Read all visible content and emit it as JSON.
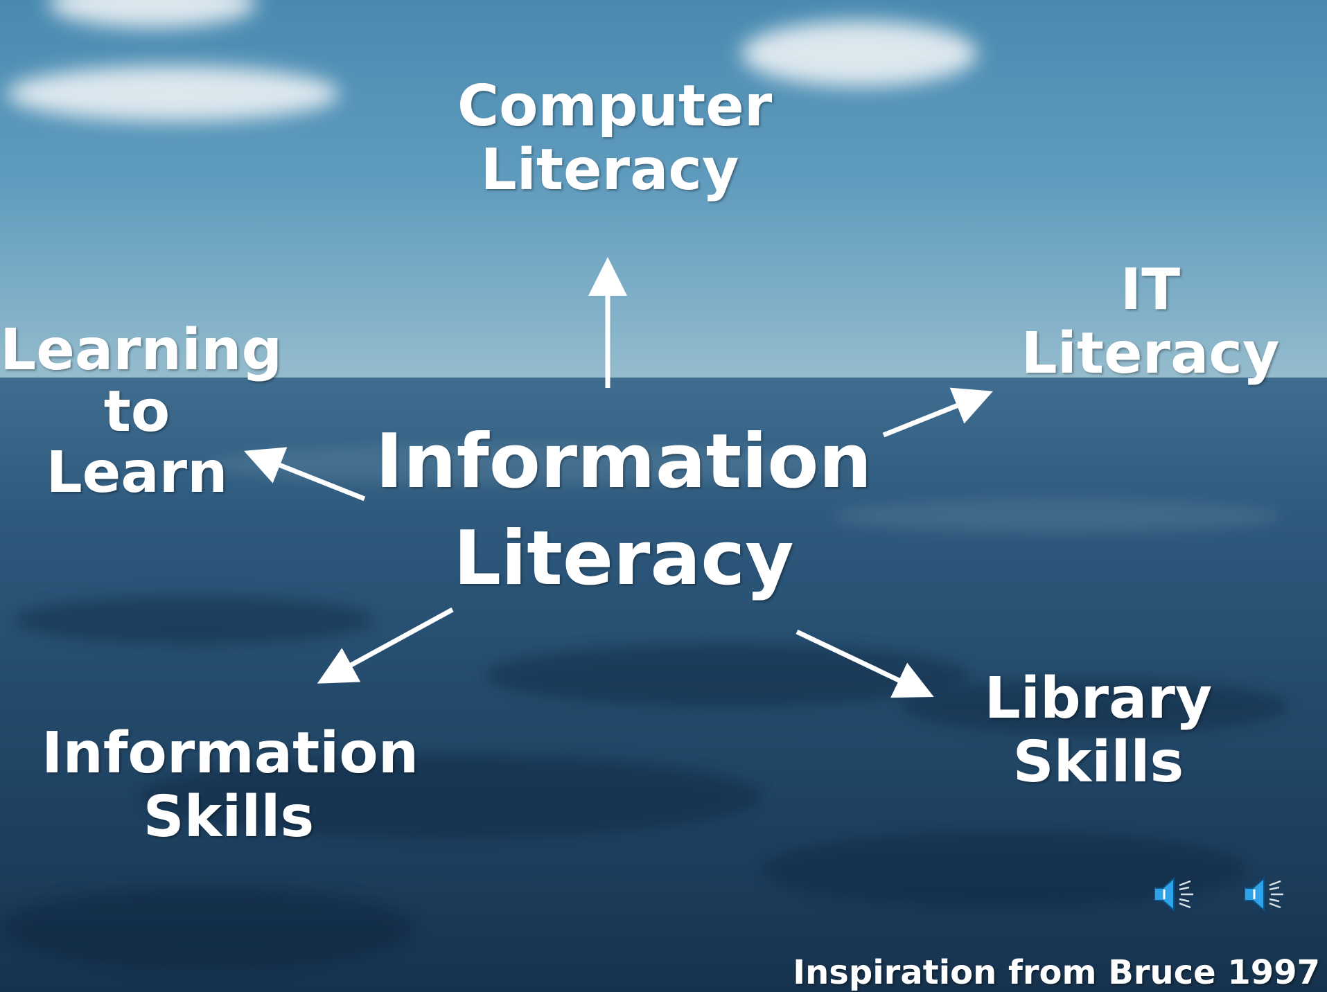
{
  "diagram": {
    "center": {
      "line1": "Information",
      "line2": "Literacy"
    },
    "nodes": {
      "computer_literacy": {
        "line1": "Computer",
        "line2": "Literacy"
      },
      "it_literacy": {
        "line1": "IT",
        "line2": "Literacy"
      },
      "learning_to_learn": {
        "line1": "Learning",
        "line2": "to",
        "line3": "Learn"
      },
      "information_skills": {
        "line1": "Information",
        "line2": "Skills"
      },
      "library_skills": {
        "line1": "Library",
        "line2": "Skills"
      }
    },
    "edges": [
      {
        "from": "center",
        "to": "computer_literacy"
      },
      {
        "from": "center",
        "to": "it_literacy"
      },
      {
        "from": "center",
        "to": "learning_to_learn"
      },
      {
        "from": "center",
        "to": "information_skills"
      },
      {
        "from": "center",
        "to": "library_skills"
      }
    ]
  },
  "footer": {
    "credit": "Inspiration from Bruce 1997"
  },
  "media": {
    "speaker_icons": [
      "speaker-icon",
      "speaker-icon"
    ]
  },
  "colors": {
    "text": "#ffffff",
    "sky": "#5f9bbd",
    "sea": "#244b6c"
  }
}
